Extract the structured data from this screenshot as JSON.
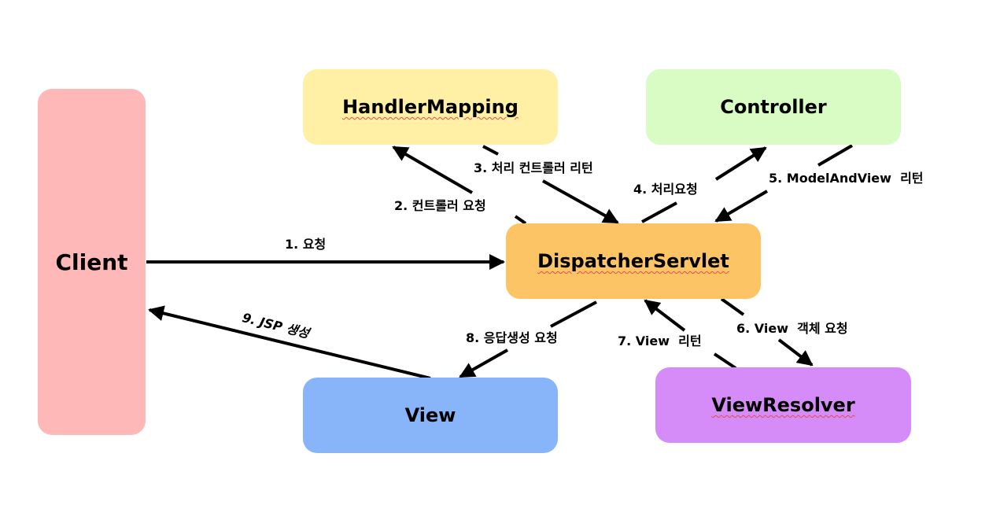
{
  "nodes": {
    "client": {
      "label": "Client",
      "color": "#ffb8b8"
    },
    "handler_mapping": {
      "label": "HandlerMapping",
      "color": "#fff0a6"
    },
    "controller": {
      "label": "Controller",
      "color": "#d8fcc4"
    },
    "dispatcher_servlet": {
      "label": "DispatcherServlet",
      "color": "#fcc464"
    },
    "view": {
      "label": "View",
      "color": "#88b4fa"
    },
    "view_resolver": {
      "label": "ViewResolver",
      "color": "#d68cf8"
    }
  },
  "steps": {
    "s1": "1. 요청",
    "s2": "2. 컨트롤러 요청",
    "s3": "3. 처리 컨트롤러 리턴",
    "s4": "4. 처리요청",
    "s5": "5. ModelAndView  리턴",
    "s6": "6. View  객체 요청",
    "s7": "7. View  리턴",
    "s8": "8. 응답생성 요청",
    "s9": "9. JSP 생성"
  },
  "colors": {
    "arrow": "#000000",
    "spellcheck_underline": "#e05050"
  }
}
